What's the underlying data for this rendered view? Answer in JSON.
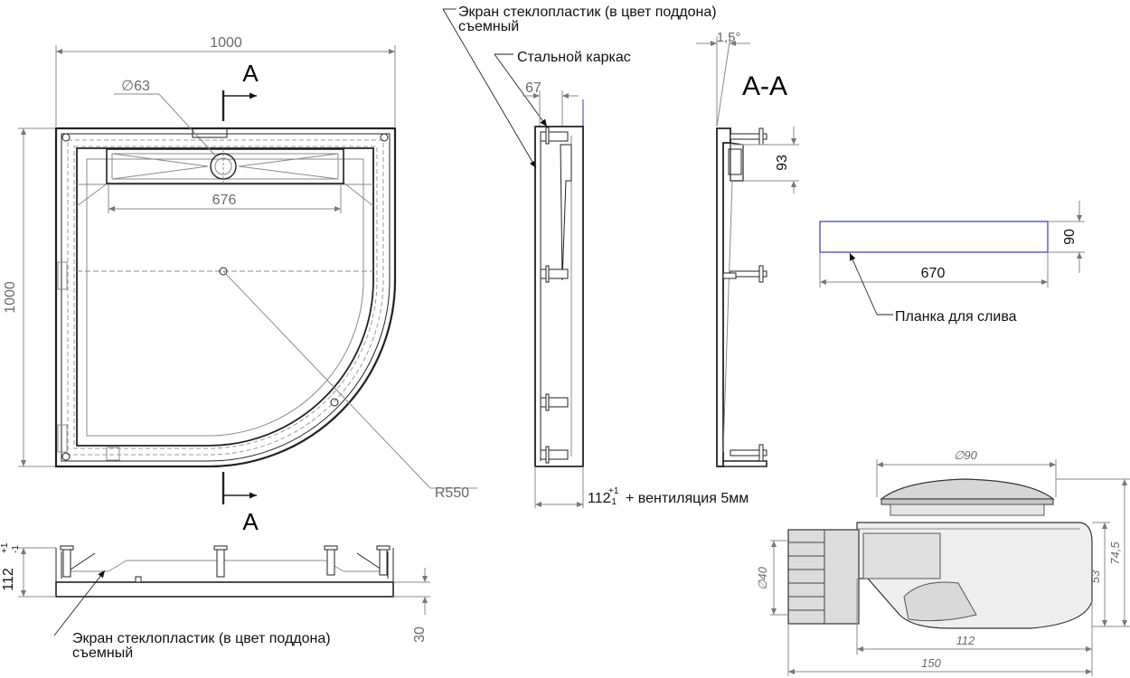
{
  "top_view": {
    "width_label": "1000",
    "height_label": "1000",
    "drain_diameter_label": "∅63",
    "drain_width_label": "676",
    "radius_label": "R550",
    "section_mark": "A"
  },
  "front_view": {
    "height_label": "112",
    "tolerance_plus": "+1",
    "tolerance_minus": "-1",
    "foot_label": "30",
    "screen_note_line1": "Экран стеклопластик (в цвет поддона)",
    "screen_note_line2": "съемный"
  },
  "side_view": {
    "screen_note_line1": "Экран стеклопластик (в цвет поддона)",
    "screen_note_line2": "съемный",
    "frame_note": "Стальной каркас",
    "depth_label": "67",
    "height_label": "112",
    "tolerance_plus": "+1",
    "tolerance_minus": "-1",
    "ventilation_note": "+ вентиляция 5мм"
  },
  "section_view": {
    "title": "A-A",
    "angle_label": "1,5°",
    "rim_label": "93"
  },
  "drain_plate": {
    "height_label": "90",
    "length_label": "670",
    "note": "Планка для слива"
  },
  "siphon": {
    "top_diameter_label": "∅90",
    "outlet_diameter_label": "∅40",
    "height_total_label": "74,5",
    "height_body_label": "53",
    "length_body_label": "112",
    "length_total_label": "150"
  },
  "colors": {
    "line": "#222222",
    "dimension": "#8a8a8a",
    "plate_outline": "#3a3aa8"
  }
}
